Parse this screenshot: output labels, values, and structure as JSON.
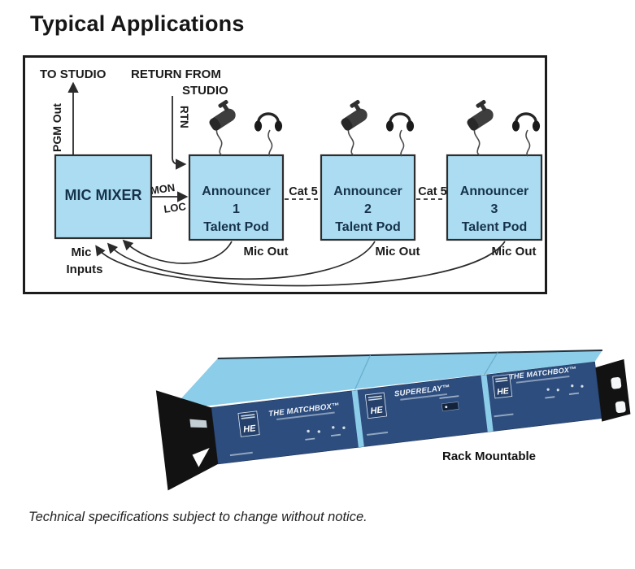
{
  "page": {
    "title": "Typical Applications",
    "footer_note": "Technical specifications subject to change without notice."
  },
  "diagram": {
    "to_studio": "TO STUDIO",
    "return_from_line1": "RETURN FROM",
    "return_from_line2": "STUDIO",
    "pgm_out": "PGM Out",
    "rtn": "RTN",
    "mon": "MON",
    "loc": "LOC",
    "mixer_label": "MIC MIXER",
    "mic_inputs_line1": "Mic",
    "mic_inputs_line2": "Inputs",
    "cat5": "Cat 5",
    "mic_out": "Mic Out",
    "pods": [
      {
        "line1": "Announcer",
        "line2": "1",
        "line3": "Talent Pod"
      },
      {
        "line1": "Announcer",
        "line2": "2",
        "line3": "Talent Pod"
      },
      {
        "line1": "Announcer",
        "line2": "3",
        "line3": "Talent Pod"
      }
    ],
    "colors": {
      "box_fill": "#abdcf1",
      "box_stroke": "#2d2d2d",
      "line": "#2b2b2b",
      "pod_text": "#16324a"
    }
  },
  "rack": {
    "caption": "Rack Mountable",
    "logo_text": "HE",
    "modules": [
      {
        "title": "THE MATCHBOX™"
      },
      {
        "title": "SUPERELAY™"
      },
      {
        "title": "THE MATCHBOX™"
      }
    ],
    "colors": {
      "top": "#8ccde9",
      "face": "#2d4d7e",
      "ear": "#121212",
      "divider": "#8ccde9"
    }
  }
}
